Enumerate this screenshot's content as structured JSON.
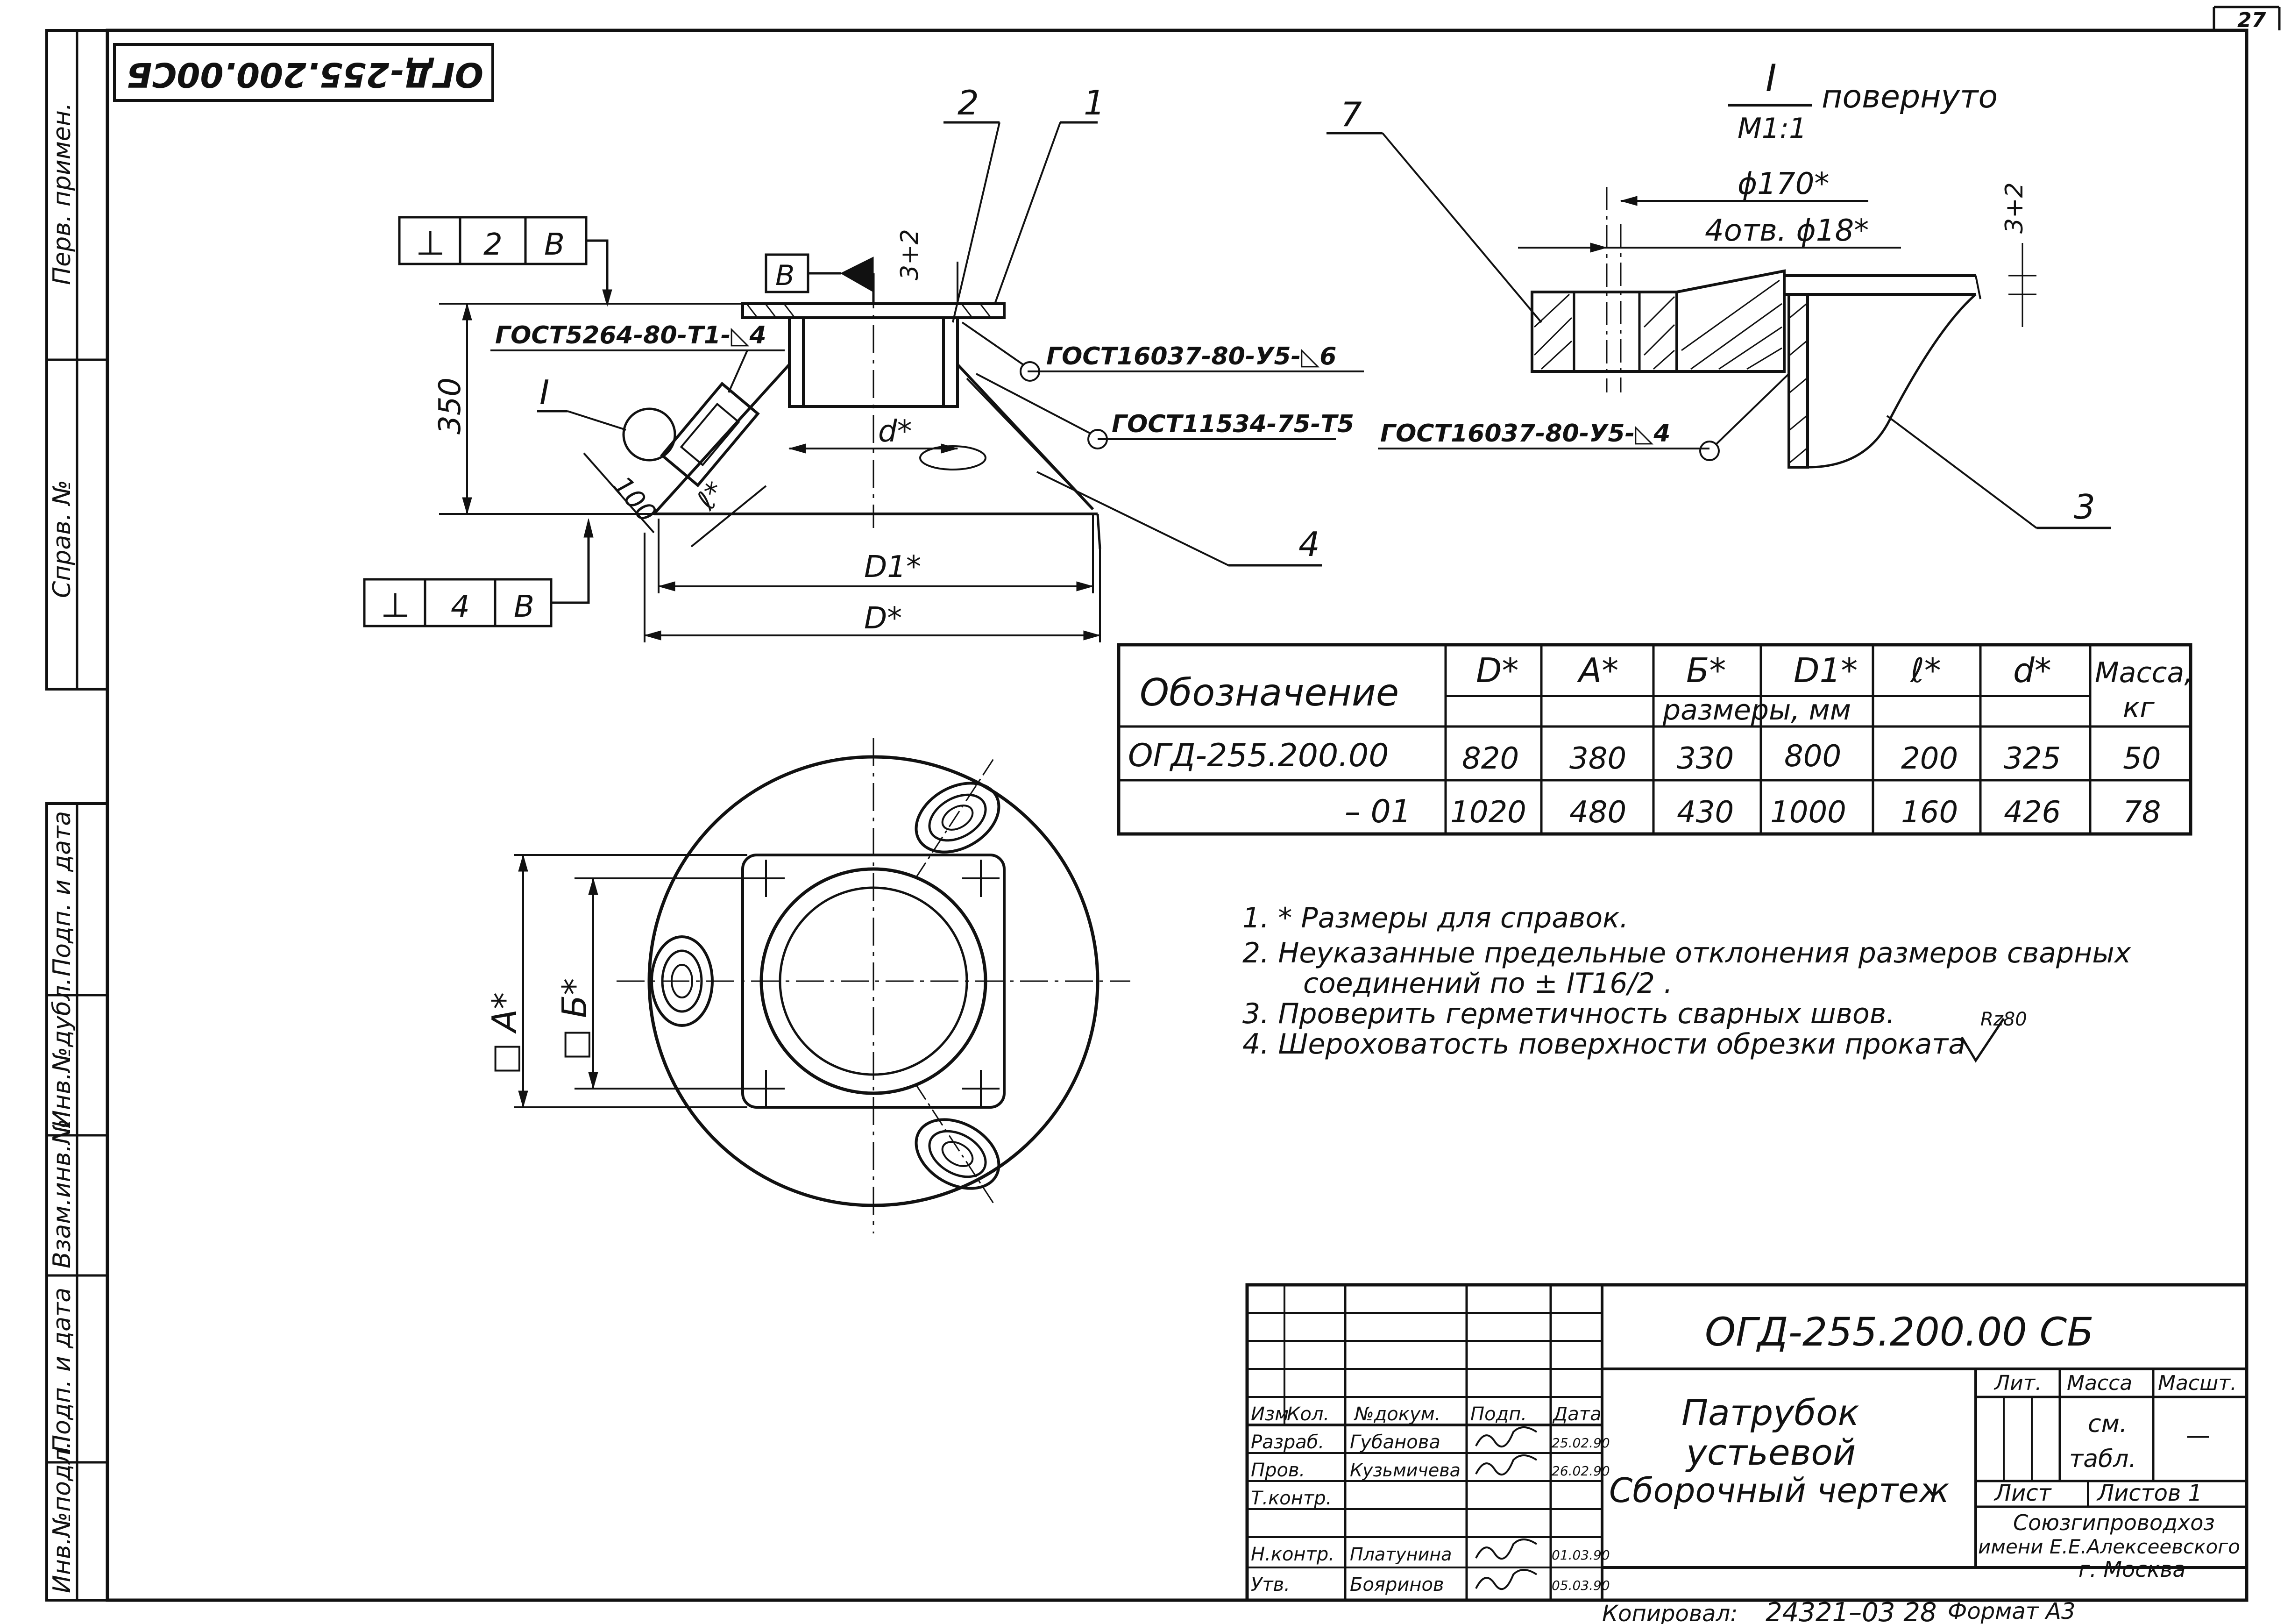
{
  "page_number": "27",
  "side_strip": {
    "perv_primen": "Перв. примен.",
    "sprav_no": "Справ. №",
    "podp_data_1": "Подп. и дата",
    "inv_no_dubl": "Инв.№дубл.",
    "vzam_inv_no": "Взам.инв.№",
    "podp_data_2": "Подп. и дата",
    "inv_no_podl": "Инв.№подл."
  },
  "stamp_rotated": "ОГД-255.200.00СБ",
  "main_view": {
    "tol_top": [
      "⊥",
      "2",
      "В"
    ],
    "tol_bottom": [
      "⊥",
      "4",
      "В"
    ],
    "datum_b": "В",
    "leader_1": "1",
    "leader_2": "2",
    "leader_4": "4",
    "weld_gost5264": "ГОСТ5264-80-Т1-◺4",
    "weld_gost16037": "ГОСТ16037-80-У5-◺6",
    "weld_gost11534": "ГОСТ11534-75-Т5",
    "dim_350": "350",
    "dim_100": "100",
    "dim_l": "ℓ*",
    "dim_d": "d*",
    "dim_D1": "D1*",
    "dim_D": "D*",
    "dim_3": "3+2",
    "detail_mark": "I"
  },
  "detail_view": {
    "title_mark": "I",
    "title_rot": "повернуто",
    "scale": "М1:1",
    "dim_170": "ϕ170*",
    "dim_holes": "4отв. ϕ18*",
    "dim_3": "3+2",
    "weld": "ГОСТ16037-80-У5-◺4",
    "leader_7": "7",
    "leader_3": "3"
  },
  "plan_view": {
    "dim_A": "□ A*",
    "dim_B": "□ Б*"
  },
  "table": {
    "header_label": "Обозначение",
    "headers": [
      "D*",
      "A*",
      "Б*",
      "D1*",
      "ℓ*",
      "d*"
    ],
    "mass_header": "Масса,",
    "mass_unit": "кг",
    "subheader": "размеры, мм",
    "rows": [
      {
        "name": "ОГД-255.200.00",
        "cells": [
          "820",
          "380",
          "330",
          "800",
          "200",
          "325"
        ],
        "mass": "50"
      },
      {
        "name": "– 01",
        "cells": [
          "1020",
          "480",
          "430",
          "1000",
          "160",
          "426"
        ],
        "mass": "78"
      }
    ]
  },
  "notes": [
    "1. * Размеры для справок.",
    "2. Неуказанные предельные отклонения размеров сварных",
    "соединений по ± IT16/2 .",
    "3. Проверить герметичность сварных швов.",
    "4. Шероховатость поверхности обрезки проката"
  ],
  "roughness": "Rz80",
  "title_block": {
    "doc_code": "ОГД-255.200.00 СБ",
    "name_line1": "Патрубок",
    "name_line2": "устьевой",
    "name_line3": "Сборочный чертеж",
    "lit": "Лит.",
    "massa": "Масса",
    "masht": "Масшт.",
    "massa_val1": "см.",
    "massa_val2": "табл.",
    "masht_val": "—",
    "list": "Лист",
    "listov": "Листов 1",
    "org1": "Союзгипроводхоз",
    "org2": "имени Е.Е.Алексеевского",
    "org3": "г. Москва",
    "col_izm": "Изм",
    "col_kol": "Кол.",
    "col_dokum": "№докум.",
    "col_podp": "Подп.",
    "col_data": "Дата",
    "razrab": "Разраб.",
    "razrab_name": "Губанова",
    "razrab_date": "25.02.90",
    "prov": "Пров.",
    "prov_name": "Кузьмичева",
    "prov_date": "26.02.90",
    "tkontr": "Т.контр.",
    "nkontr": "Н.контр.",
    "nkontr_name": "Платунина",
    "nkontr_date": "01.03.90",
    "utv": "Утв.",
    "utv_name": "Бояринов",
    "utv_date": "05.03.90"
  },
  "footer": {
    "kopiroval": "Копировал:",
    "copy_no": "24321–03 28",
    "format": "Формат А3"
  }
}
